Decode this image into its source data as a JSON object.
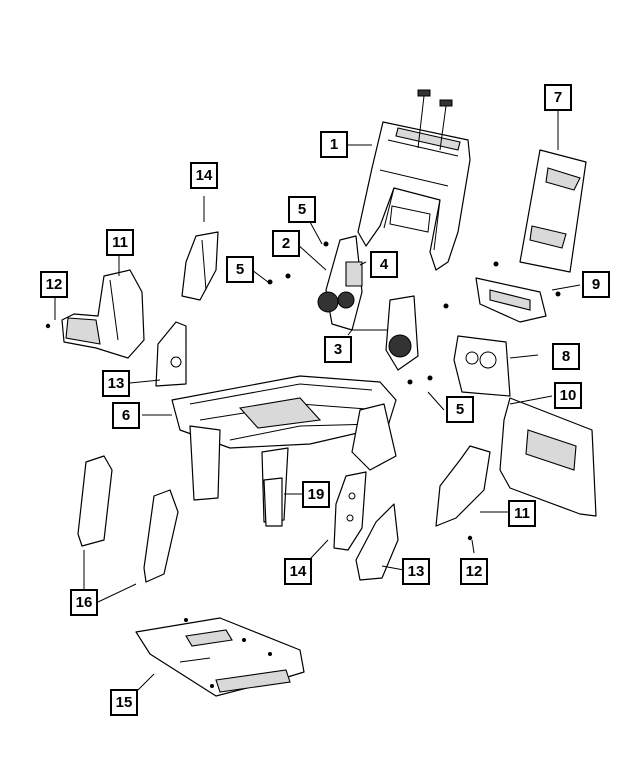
{
  "callouts": {
    "c1": "1",
    "c2": "2",
    "c3": "3",
    "c4": "4",
    "c5a": "5",
    "c5b": "5",
    "c5c": "5",
    "c6": "6",
    "c7": "7",
    "c8": "8",
    "c9": "9",
    "c10": "10",
    "c11a": "11",
    "c11b": "11",
    "c12a": "12",
    "c12b": "12",
    "c13a": "13",
    "c13b": "13",
    "c14a": "14",
    "c14b": "14",
    "c15": "15",
    "c16": "16",
    "c19": "19"
  },
  "colors": {
    "line": "#000000",
    "background": "#ffffff",
    "shade": "#d9d9d9"
  }
}
